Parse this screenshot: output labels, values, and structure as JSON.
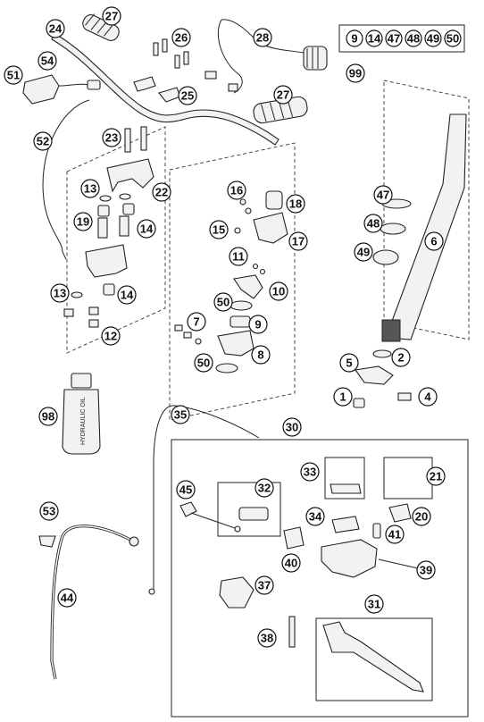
{
  "callouts": {
    "c1": "1",
    "c2": "2",
    "c4": "4",
    "c5": "5",
    "c6": "6",
    "c7": "7",
    "c8": "8",
    "c9": "9",
    "c10": "10",
    "c11": "11",
    "c12": "12",
    "c13a": "13",
    "c13b": "13",
    "c14a": "14",
    "c14b": "14",
    "c15": "15",
    "c16": "16",
    "c17": "17",
    "c18": "18",
    "c19": "19",
    "c20": "20",
    "c21": "21",
    "c22": "22",
    "c23": "23",
    "c24": "24",
    "c25": "25",
    "c26": "26",
    "c27a": "27",
    "c27b": "27",
    "c28": "28",
    "c30": "30",
    "c31": "31",
    "c32": "32",
    "c33": "33",
    "c34": "34",
    "c35": "35",
    "c37": "37",
    "c38": "38",
    "c39": "39",
    "c40": "40",
    "c41": "41",
    "c44": "44",
    "c45": "45",
    "c47": "47",
    "c48": "48",
    "c49": "49",
    "c50a": "50",
    "c50b": "50",
    "c51": "51",
    "c52": "52",
    "c53": "53",
    "c54": "54",
    "c98": "98",
    "c99": "99"
  },
  "kit": {
    "items": [
      "9",
      "14",
      "47",
      "48",
      "49",
      "50"
    ]
  },
  "bottle": {
    "label": "HYDRAULIC OIL"
  }
}
